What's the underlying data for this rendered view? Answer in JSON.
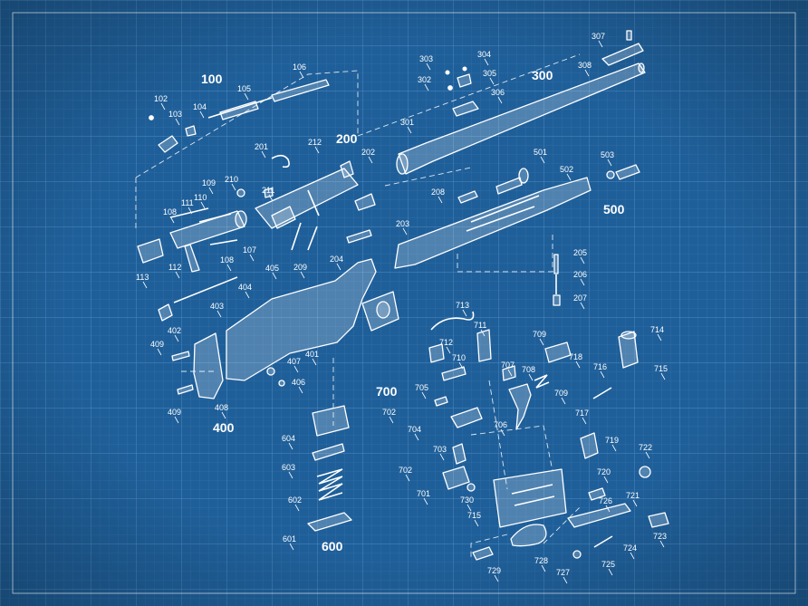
{
  "diagram": {
    "groups": [
      {
        "id": "g100",
        "text": "100"
      },
      {
        "id": "g200",
        "text": "200"
      },
      {
        "id": "g300",
        "text": "300"
      },
      {
        "id": "g400",
        "text": "400"
      },
      {
        "id": "g500",
        "text": "500"
      },
      {
        "id": "g600",
        "text": "600"
      },
      {
        "id": "g700",
        "text": "700"
      }
    ],
    "parts": [
      "102",
      "103",
      "104",
      "105",
      "106",
      "107",
      "108",
      "108",
      "109",
      "110",
      "111",
      "112",
      "113",
      "201",
      "202",
      "203",
      "204",
      "205",
      "206",
      "207",
      "208",
      "209",
      "210",
      "211",
      "212",
      "301",
      "302",
      "303",
      "304",
      "305",
      "306",
      "307",
      "308",
      "401",
      "402",
      "403",
      "404",
      "405",
      "406",
      "407",
      "408",
      "409",
      "409",
      "501",
      "502",
      "503",
      "601",
      "602",
      "603",
      "604",
      "701",
      "702",
      "702",
      "703",
      "704",
      "705",
      "706",
      "707",
      "708",
      "709",
      "709",
      "710",
      "711",
      "712",
      "713",
      "714",
      "715",
      "715",
      "716",
      "717",
      "718",
      "719",
      "720",
      "721",
      "722",
      "723",
      "724",
      "725",
      "726",
      "727",
      "728",
      "729",
      "730"
    ]
  },
  "colors": {
    "background": "#1f5f99",
    "grid_minor": "#3a78b0",
    "grid_major": "#4f8ac0",
    "ink": "#ffffff"
  }
}
